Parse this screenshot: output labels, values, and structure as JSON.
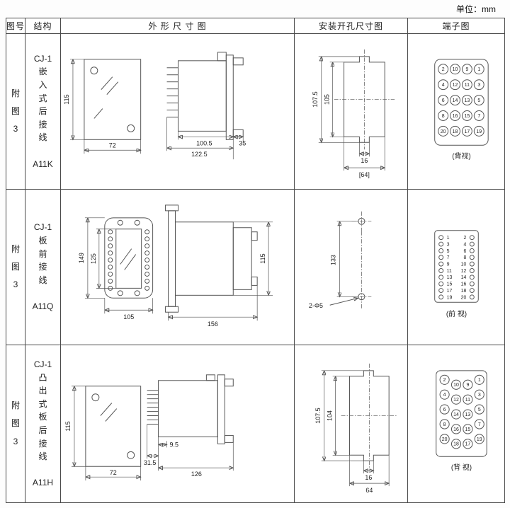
{
  "unit_label": "单位：mm",
  "header": {
    "fig": "图号",
    "structure": "结构",
    "outline": "外 形 尺 寸 图",
    "mounting": "安装开孔尺寸图",
    "terminal": "端子图"
  },
  "rows": [
    {
      "fig_no": "附\n图\n3",
      "structure": "CJ-1\n嵌\n入\n式\n后\n接\n线\n\nA11K",
      "outline": {
        "front_height": "115",
        "front_width": "72",
        "dim_body": "100.5",
        "dim_total": "122.5",
        "dim_flange": "35"
      },
      "mounting": {
        "dim_outer": "107.5",
        "dim_inner": "105",
        "dim_notch": "16",
        "dim_width": "[64]"
      },
      "terminal": {
        "caption": "(背视)",
        "grid": [
          [
            "2",
            "10",
            "9",
            "1"
          ],
          [
            "4",
            "12",
            "11",
            "3"
          ],
          [
            "6",
            "14",
            "13",
            "5"
          ],
          [
            "8",
            "16",
            "15",
            "7"
          ],
          [
            "20",
            "18",
            "17",
            "19"
          ]
        ]
      }
    },
    {
      "fig_no": "附\n图\n3",
      "structure": "CJ-1\n板\n前\n接\n线\n\nA11Q",
      "outline": {
        "front_height_outer": "149",
        "front_height_inner": "125",
        "front_width": "105",
        "side_length": "156",
        "side_height": "115"
      },
      "mounting": {
        "dim_height": "133",
        "hole_label": "2-Φ5"
      },
      "terminal": {
        "caption": "(前 视)",
        "pairs": [
          [
            "1",
            "2"
          ],
          [
            "3",
            "4"
          ],
          [
            "5",
            "6"
          ],
          [
            "7",
            "8"
          ],
          [
            "9",
            "10"
          ],
          [
            "11",
            "12"
          ],
          [
            "13",
            "14"
          ],
          [
            "15",
            "16"
          ],
          [
            "17",
            "18"
          ],
          [
            "19",
            "20"
          ]
        ]
      }
    },
    {
      "fig_no": "附\n图\n3",
      "structure": "CJ-1\n凸\n出\n式\n板\n后\n接\n线\n\nA11H",
      "outline": {
        "front_height": "115",
        "front_width": "72",
        "dim_pins": "31.5",
        "dim_gap": "9.5",
        "dim_total": "126"
      },
      "mounting": {
        "dim_outer": "107.5",
        "dim_inner": "104",
        "dim_notch": "16",
        "dim_width": "64"
      },
      "terminal": {
        "caption": "(背 视)",
        "grid": [
          [
            "2",
            "10",
            "9",
            "1"
          ],
          [
            "4",
            "12",
            "11",
            "3"
          ],
          [
            "6",
            "14",
            "13",
            "5"
          ],
          [
            "8",
            "16",
            "15",
            "7"
          ],
          [
            "20",
            "18",
            "17",
            "19"
          ]
        ]
      }
    }
  ]
}
